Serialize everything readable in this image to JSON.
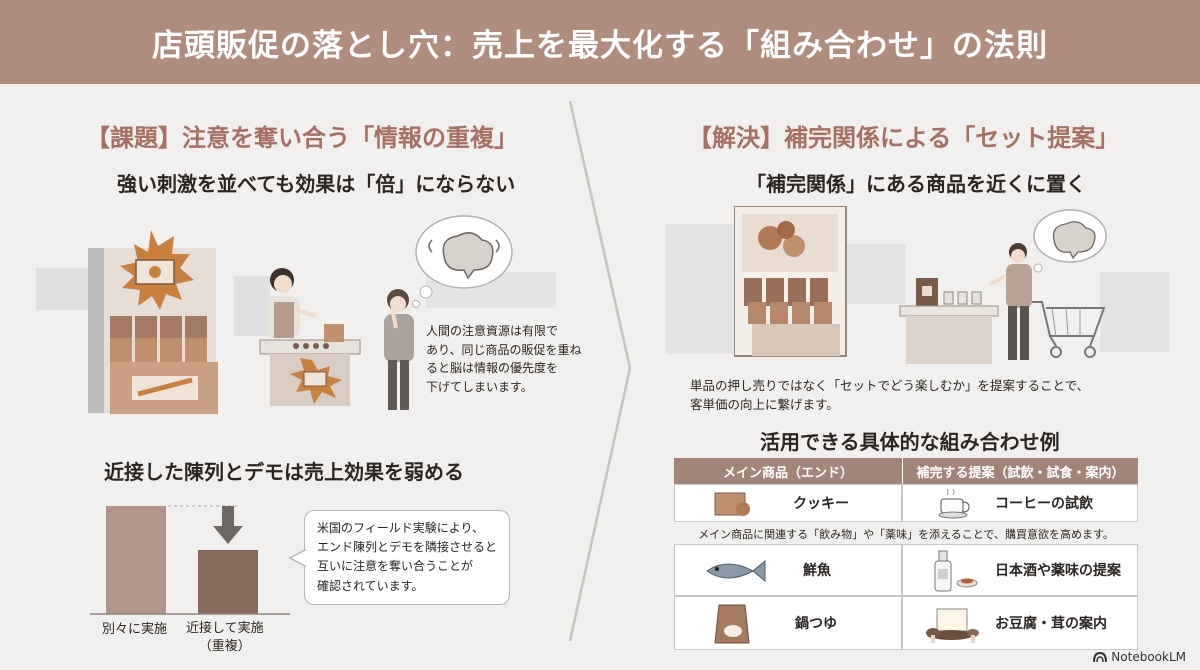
{
  "header": {
    "title": "店頭販促の落とし穴：売上を最大化する「組み合わせ」の法則"
  },
  "left": {
    "heading": "【課題】注意を奪い合う「情報の重複」",
    "subheading1": "強い刺激を並べても効果は「倍」にならない",
    "brain_note": [
      "人間の注意資源は有限で",
      "あり、同じ商品の販促を重ね",
      "ると脳は情報の優先度を",
      "下げてしまいます。"
    ],
    "subheading2": "近接した陳列とデモは売上効果を弱める",
    "chart": {
      "bar1_label": "別々に実施",
      "bar2_label_line1": "近接して実施",
      "bar2_label_line2": "（重複）"
    },
    "callout": [
      "米国のフィールド実験により、",
      "エンド陳列とデモを隣接させると",
      "互いに注意を奪い合うことが",
      "確認されています。"
    ]
  },
  "right": {
    "heading": "【解決】補完関係による「セット提案」",
    "subheading1": "「補完関係」にある商品を近くに置く",
    "description": [
      "単品の押し売りではなく「セットでどう楽しむか」を提案することで、",
      "客単価の向上に繋げます。"
    ],
    "subheading2": "活用できる具体的な組み合わせ例",
    "table": {
      "col1": "メイン商品（エンド）",
      "col2": "補完する提案（試飲・試食・案内）",
      "rows": [
        {
          "main": "クッキー",
          "main_icon": "cookie-box-icon",
          "pair": "コーヒーの試飲",
          "pair_icon": "coffee-cup-icon"
        },
        {
          "main": "鮮魚",
          "main_icon": "fish-icon",
          "pair": "日本酒や薬味の提案",
          "pair_icon": "sake-bottle-icon"
        },
        {
          "main": "鍋つゆ",
          "main_icon": "soup-pouch-icon",
          "pair": "お豆腐・茸の案内",
          "pair_icon": "tofu-mushroom-icon"
        }
      ],
      "note": "メイン商品に関連する「飲み物」や「薬味」を添えることで、購買意欲を高めます。"
    }
  },
  "brand": {
    "name": "NotebookLM"
  },
  "colors": {
    "banner": "#b08c7e",
    "accent": "#a86f63",
    "table_header": "#a28478",
    "background": "#f1f0ee"
  }
}
